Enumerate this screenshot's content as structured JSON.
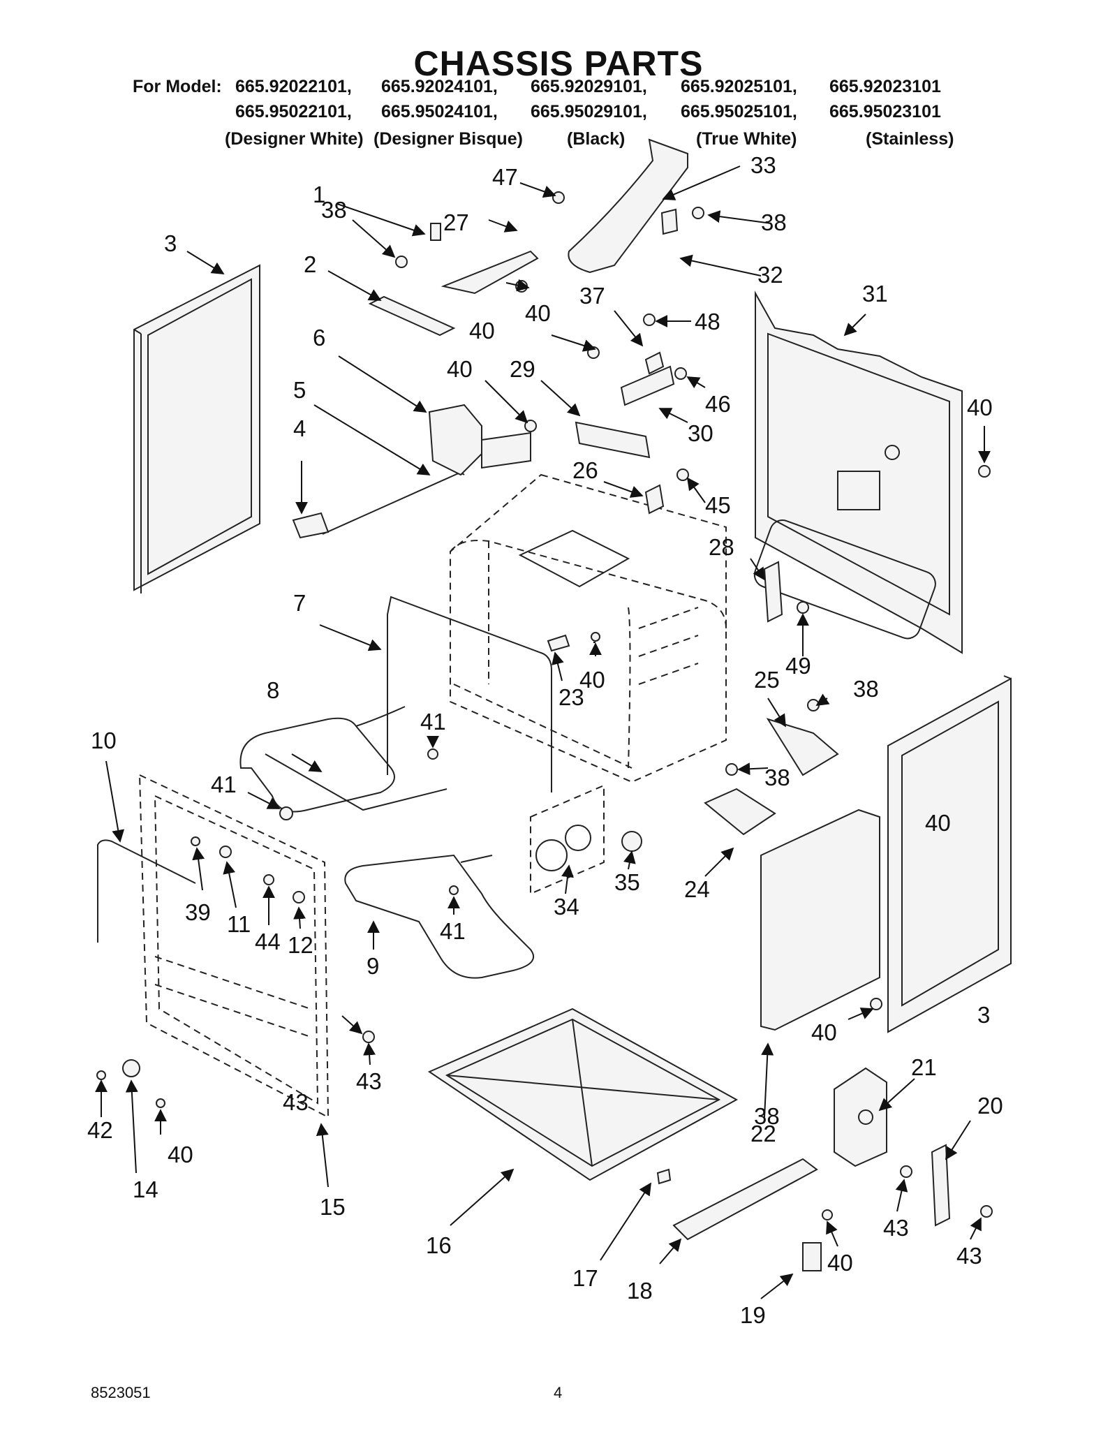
{
  "header": {
    "title": "CHASSIS PARTS",
    "for_model_label": "For Model:",
    "models_row1": [
      "665.92022101,",
      "665.92024101,",
      "665.92029101,",
      "665.92025101,",
      "665.92023101"
    ],
    "models_row2": [
      "665.95022101,",
      "665.95024101,",
      "665.95029101,",
      "665.95025101,",
      "665.95023101"
    ],
    "colors": [
      "(Designer White)",
      "(Designer Bisque)",
      "(Black)",
      "(True White)",
      "(Stainless)"
    ]
  },
  "callouts": [
    "1",
    "2",
    "3",
    "3",
    "4",
    "5",
    "6",
    "7",
    "8",
    "9",
    "10",
    "11",
    "12",
    "14",
    "15",
    "16",
    "17",
    "18",
    "19",
    "20",
    "21",
    "22",
    "23",
    "24",
    "25",
    "26",
    "27",
    "28",
    "29",
    "30",
    "31",
    "32",
    "33",
    "34",
    "35",
    "37",
    "38",
    "38",
    "38",
    "38",
    "38",
    "39",
    "40",
    "40",
    "40",
    "40",
    "40",
    "40",
    "40",
    "40",
    "40",
    "41",
    "41",
    "41",
    "42",
    "43",
    "43",
    "43",
    "43",
    "44",
    "45",
    "46",
    "47",
    "48",
    "49"
  ],
  "footer": {
    "doc_number": "8523051",
    "page_number": "4"
  }
}
